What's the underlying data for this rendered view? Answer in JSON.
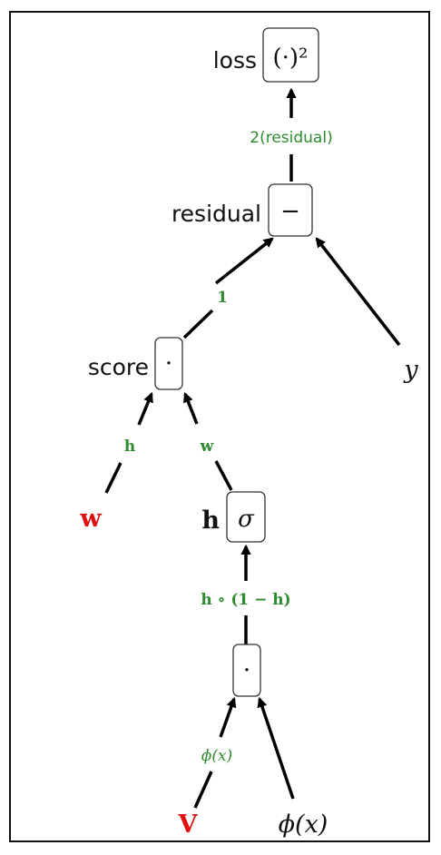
{
  "nodes": {
    "loss": {
      "label": "loss",
      "op": "(·)²"
    },
    "residual": {
      "label": "residual",
      "op": "−"
    },
    "score": {
      "label": "score",
      "op": "·"
    },
    "h": {
      "label": "h",
      "op": "σ"
    },
    "inner": {
      "label": "",
      "op": "·"
    }
  },
  "leaves": {
    "w": "w",
    "y": "y",
    "V": "V",
    "phi": "ϕ(x)"
  },
  "gradients": {
    "residual_to_loss": "2(residual)",
    "score_to_residual": "1",
    "w_to_score": "h",
    "h_to_score": "w",
    "inner_to_h": "h ∘ (1 − h)",
    "V_to_inner": "ϕ(x)"
  },
  "colors": {
    "gradient_text": "#2e8b2e",
    "parameter_text": "#e01010",
    "edge": "#000000"
  }
}
